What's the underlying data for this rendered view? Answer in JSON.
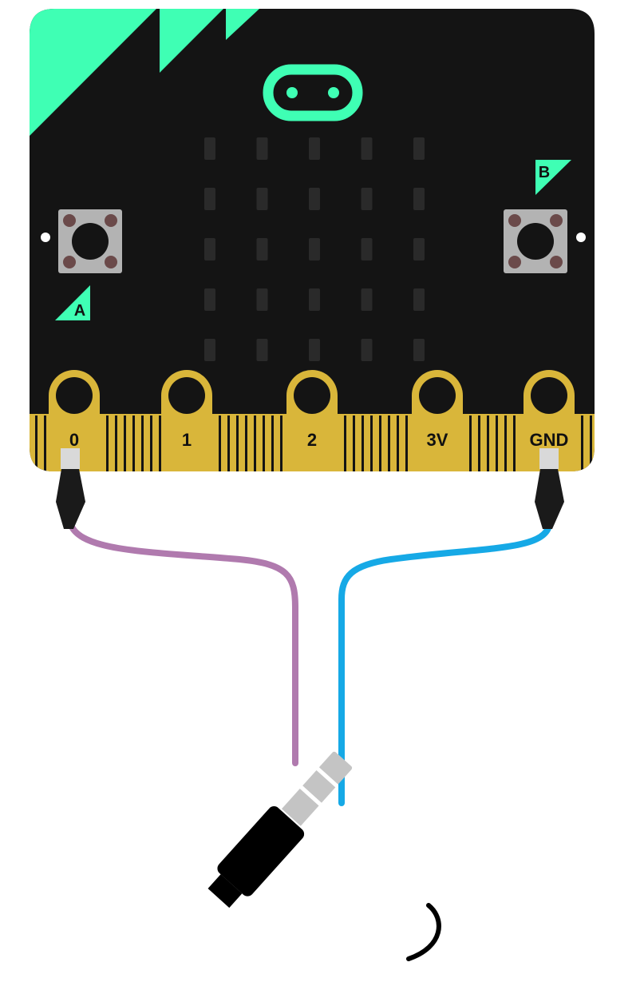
{
  "board": {
    "pins": [
      "0",
      "1",
      "2",
      "3V",
      "GND"
    ],
    "button_a": "A",
    "button_b": "B",
    "led_matrix": {
      "rows": 5,
      "cols": 5
    }
  },
  "colors": {
    "board": "#141414",
    "accent": "#3fffb4",
    "edge_connector": "#d9b63a",
    "button_cap": "#b3b3b3",
    "button_corner": "#6b4a4a",
    "led_off": "#2a2a2a",
    "wire_pin0": "#b07aae",
    "wire_gnd": "#16a9e6",
    "clip": "#1a1a1a",
    "plug_metal": "#c4c4c4",
    "plug_body": "#000000"
  },
  "icons": {
    "logo": "microbit-logo-icon",
    "clip": "crocodile-clip-icon",
    "plug": "headphone-plug-icon"
  }
}
